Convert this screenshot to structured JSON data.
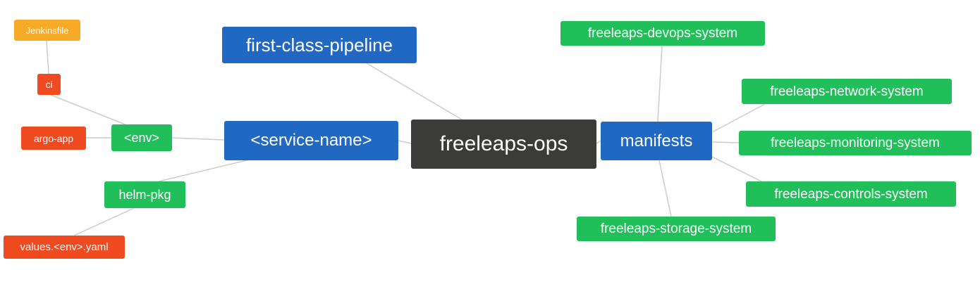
{
  "diagram": {
    "title": "freeleaps-ops mind map",
    "colors": {
      "blue": "#2068c2",
      "green": "#20bf5a",
      "red": "#f04a21",
      "orange": "#f7a928",
      "dark": "#3b3b39",
      "edge": "#cccccc"
    },
    "nodes": {
      "root": {
        "label": "freeleaps-ops"
      },
      "first_class_pipeline": {
        "label": "first-class-pipeline"
      },
      "service_name": {
        "label": "<service-name>"
      },
      "env": {
        "label": "<env>"
      },
      "ci": {
        "label": "ci"
      },
      "jenkinsfile": {
        "label": "Jenkinsfile"
      },
      "argo_app": {
        "label": "argo-app"
      },
      "helm_pkg": {
        "label": "helm-pkg"
      },
      "values_env_yaml": {
        "label": "values.<env>.yaml"
      },
      "manifests": {
        "label": "manifests"
      },
      "devops_system": {
        "label": "freeleaps-devops-system"
      },
      "network_system": {
        "label": "freeleaps-network-system"
      },
      "monitoring_system": {
        "label": "freeleaps-monitoring-system"
      },
      "controls_system": {
        "label": "freeleaps-controls-system"
      },
      "storage_system": {
        "label": "freeleaps-storage-system"
      }
    }
  }
}
